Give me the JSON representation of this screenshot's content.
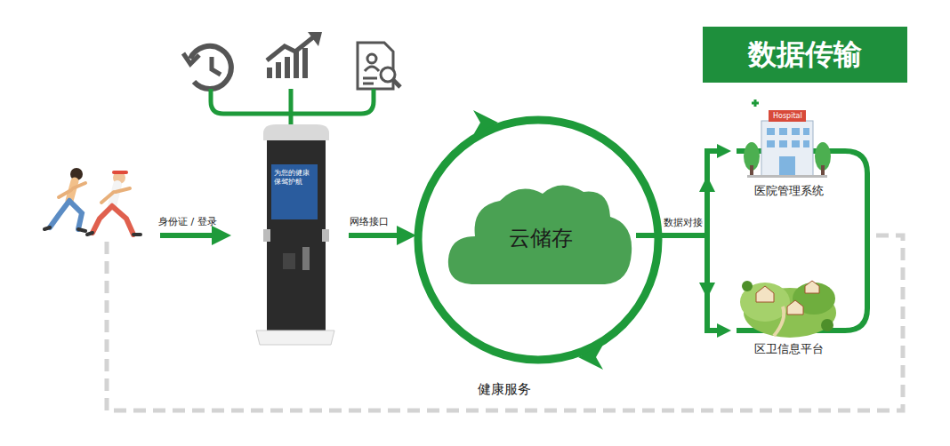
{
  "diagram": {
    "title": "数据传输",
    "nodes": [
      {
        "text": [
          "云储存"
        ]
      },
      {
        "text": [
          "医院管理系统"
        ]
      },
      {
        "text": [
          "区卫信息平台"
        ]
      }
    ],
    "edges": [
      {
        "from": 0,
        "to": 1,
        "arrow": "to",
        "label": "数据对接"
      },
      {
        "from": 0,
        "to": 2,
        "arrow": "to"
      }
    ],
    "labels": [
      "身份证 / 登录",
      "网络接口",
      "健康服务",
      "Hospital",
      "为您的健康 保驾护航"
    ]
  }
}
